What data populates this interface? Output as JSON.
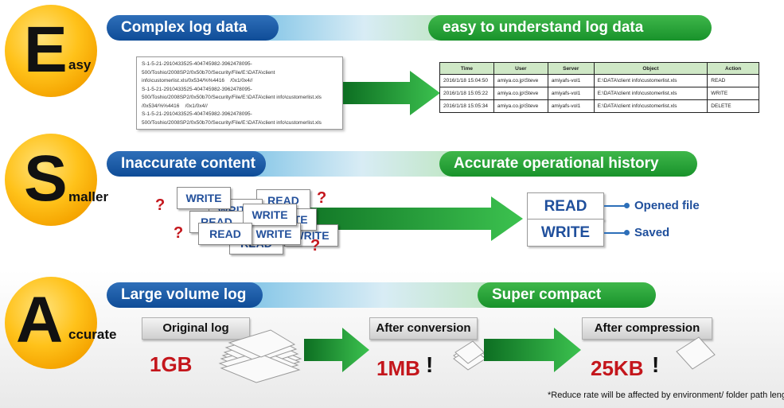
{
  "sections": {
    "easy": {
      "letter": "E",
      "suffix": "asy",
      "left_pill": "Complex log data",
      "right_pill": "easy to understand log data",
      "raw_log": "S-1-5-21-2910433525-404745982-3962478095-\n500/Toshio/2008SP2/0x50b70/Security/File/E:\\DATA\\client\ninfo\\customerlist.xls/0x534/%%4416    /0x1/0x4//\nS-1-5-21-2910433525-404745982-3962478095-\n500/Toshio/2008SP2/0x50b70/Security/File/E:\\DATA\\client info\\customerlist.xls\n/0x534/%%4416    /0x1/0x4//\nS-1-5-21-2910433525-404745982-3962478095-\n500/Toshio/2008SP2/0x50b70/Security/File/E:\\DATA\\client info\\customerlist.xls",
      "table": {
        "headers": [
          "Time",
          "User",
          "Server",
          "Object",
          "Action"
        ],
        "rows": [
          [
            "2016/1/18 15:04:50",
            "amiya.co.jp\\Steve",
            "amiyafs-vol1",
            "E:\\DATA\\client info\\customerlist.xls",
            "READ"
          ],
          [
            "2016/1/18 15:05:22",
            "amiya.co.jp\\Steve",
            "amiyafs-vol1",
            "E:\\DATA\\client info\\customerlist.xls",
            "WRITE"
          ],
          [
            "2016/1/18 15:05:34",
            "amiya.co.jp\\Steve",
            "amiyafs-vol1",
            "E:\\DATA\\client info\\customerlist.xls",
            "DELETE"
          ]
        ]
      }
    },
    "smaller": {
      "letter": "S",
      "suffix": "maller",
      "left_pill": "Inaccurate content",
      "right_pill": "Accurate operational history",
      "cards": [
        "WRITE",
        "READ",
        "READ",
        "WRITE",
        "WRITE",
        "WRITE",
        "WRITE",
        "READ",
        "READ",
        "WRITE"
      ],
      "question_mark": "?",
      "results": [
        {
          "action": "READ",
          "label": "Opened file"
        },
        {
          "action": "WRITE",
          "label": "Saved"
        }
      ]
    },
    "accurate": {
      "letter": "A",
      "suffix": "ccurate",
      "left_pill": "Large volume log",
      "right_pill": "Super compact",
      "stages": [
        {
          "label": "Original log",
          "size": "1GB",
          "mark": ""
        },
        {
          "label": "After conversion",
          "size": "1MB",
          "mark": "!"
        },
        {
          "label": "After compression",
          "size": "25KB",
          "mark": "!"
        }
      ]
    }
  },
  "footnote": "*Reduce rate will be affected by environment/ folder path length/ OS.",
  "colors": {
    "blue_pill": "#0f4c97",
    "green_pill": "#18922b",
    "arrow_green": "#1f9a36",
    "size_red": "#c4161c",
    "circle_orange": "#f5a400",
    "table_header": "#cfe8c6"
  }
}
